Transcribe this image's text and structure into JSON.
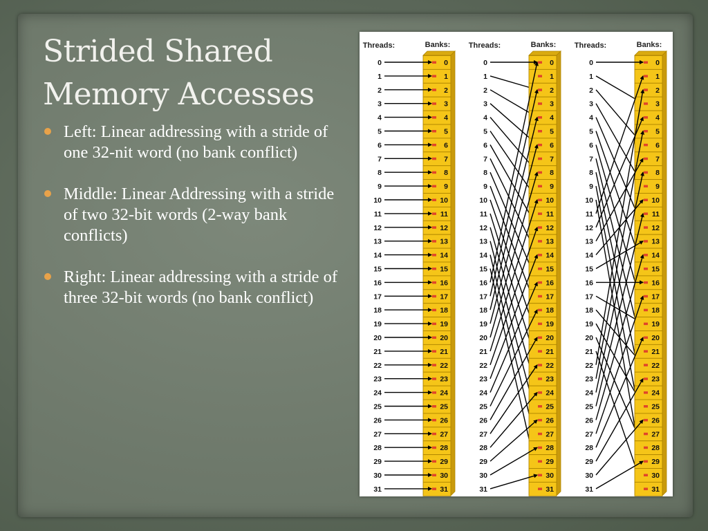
{
  "slide": {
    "title_line1": "Strided Shared",
    "title_line2": "Memory Accesses",
    "bullets": [
      "Left: Linear addressing with a stride of one 32-nit word (no bank conflict)",
      "Middle: Linear Addressing with a stride of two 32-bit words (2-way bank conflicts)",
      "Right: Linear addressing with a stride of three 32-bit words (no bank conflict)"
    ]
  },
  "colors": {
    "bank_fill": "#f5c518",
    "bank_edge": "#b08600",
    "bank_marker": "#e0452a",
    "bullet": "#e8a24a"
  },
  "diagram": {
    "threads_header": "Threads:",
    "banks_header": "Banks:",
    "thread_count": 32,
    "panels": [
      {
        "name": "left",
        "stride": 1
      },
      {
        "name": "middle",
        "stride": 2
      },
      {
        "name": "right",
        "stride": 3
      }
    ]
  }
}
